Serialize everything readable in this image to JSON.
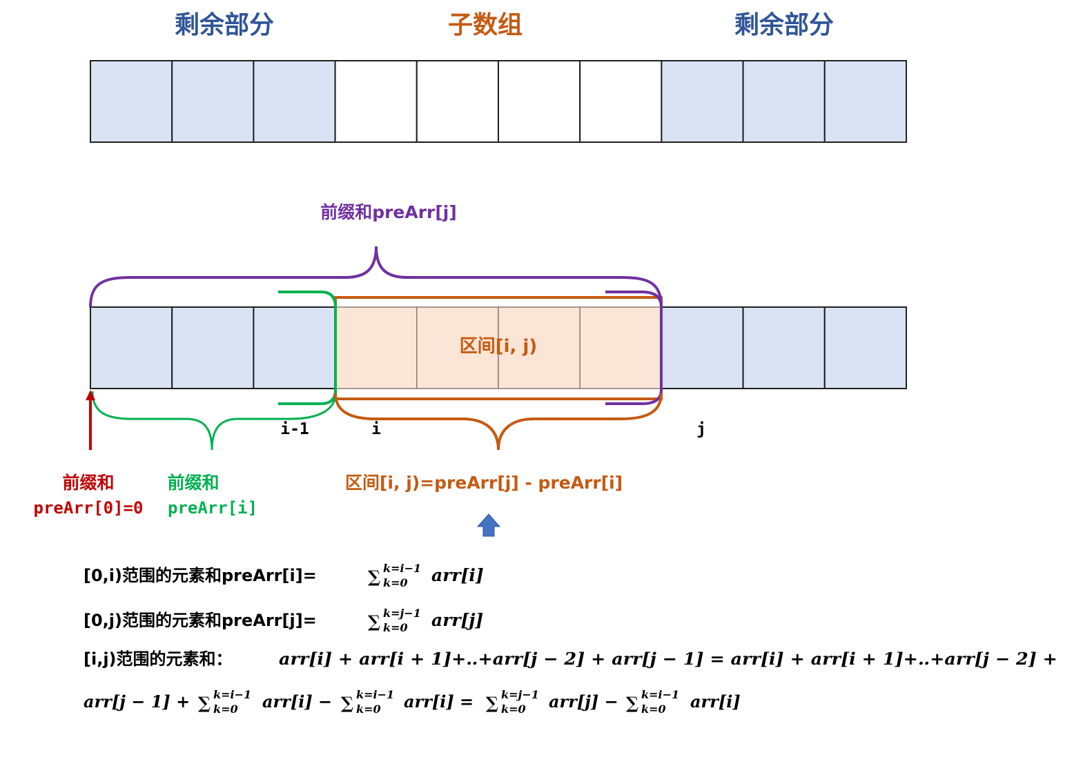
{
  "colors": {
    "blue_cell": "#dae3f3",
    "cell_border": "#1f1f1f",
    "title_blue": "#2f5597",
    "title_orange": "#c55a11",
    "purple": "#7030a0",
    "green": "#00b050",
    "orange": "#c55a11",
    "red": "#c00000",
    "interval_fill": "#fbe5d6",
    "arrow_blue": "#4472c4"
  },
  "top_row": {
    "left_label": "剩余部分",
    "middle_label": "子数组",
    "right_label": "剩余部分",
    "cells": [
      "blue",
      "blue",
      "blue",
      "white",
      "white",
      "white",
      "white",
      "blue",
      "blue",
      "blue"
    ]
  },
  "bottom_row": {
    "cells": [
      "blue",
      "blue",
      "blue",
      "orange",
      "orange",
      "orange",
      "orange",
      "blue",
      "blue",
      "blue"
    ],
    "purple_brace_label": "前缀和preArr[j]",
    "interval_label": "区间[i, j)",
    "idx_i_minus_1": "i-1",
    "idx_i": "i",
    "idx_j": "j",
    "red_label_line1": "前缀和",
    "red_label_line2": "preArr[0]=0",
    "green_label_line1": "前缀和",
    "green_label_line2": "preArr[i]",
    "orange_formula": "区间[i, j)=preArr[j] - preArr[i]"
  },
  "formulas": {
    "line1_prefix": "[0,i)范围的元素和preArr[i]=",
    "line1_sum_top": "k=i−1",
    "line1_sum_bottom": "k=0",
    "line1_tail": "arr[i]",
    "line2_prefix": "[0,j)范围的元素和preArr[j]=",
    "line2_sum_top": "k=j−1",
    "line2_sum_bottom": "k=0",
    "line2_tail": "arr[j]",
    "line3_prefix": "[i,j)范围的元素和：",
    "line3_math": "arr[i] + arr[i + 1]+‥+arr[j − 2] + arr[j − 1] = arr[i] + arr[i + 1]+‥+arr[j − 2] +",
    "line4_a": "arr[j − 1] + ",
    "line4_s1_top": "k=i−1",
    "line4_s1_bottom": "k=0",
    "line4_b": "arr[i] − ",
    "line4_s2_top": "k=i−1",
    "line4_s2_bottom": "k=0",
    "line4_c": "arr[i] = ",
    "line4_s3_top": "k=j−1",
    "line4_s3_bottom": "k=0",
    "line4_d": "arr[j] − ",
    "line4_s4_top": "k=i−1",
    "line4_s4_bottom": "k=0",
    "line4_e": "arr[i]",
    "sigma": "∑"
  }
}
